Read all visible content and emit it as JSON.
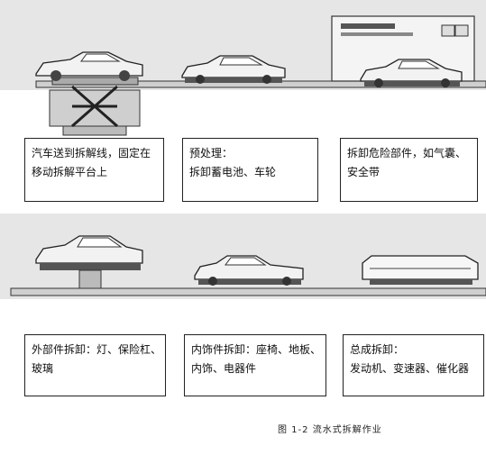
{
  "steps": [
    {
      "line1": "汽车送到拆解线，固定在",
      "line2": "移动拆解平台上"
    },
    {
      "line1": "预处理：",
      "line2": "拆卸蓄电池、车轮"
    },
    {
      "line1": "拆卸危险部件，如气囊、",
      "line2": "安全带"
    },
    {
      "line1": "外部件拆卸：灯、保险杠、",
      "line2": "玻璃"
    },
    {
      "line1": "内饰件拆卸：座椅、地板、",
      "line2": "内饰、电器件"
    },
    {
      "line1": "总成拆卸：",
      "line2": "发动机、变速器、催化器"
    }
  ],
  "caption": "图 1-2  流水式拆解作业"
}
